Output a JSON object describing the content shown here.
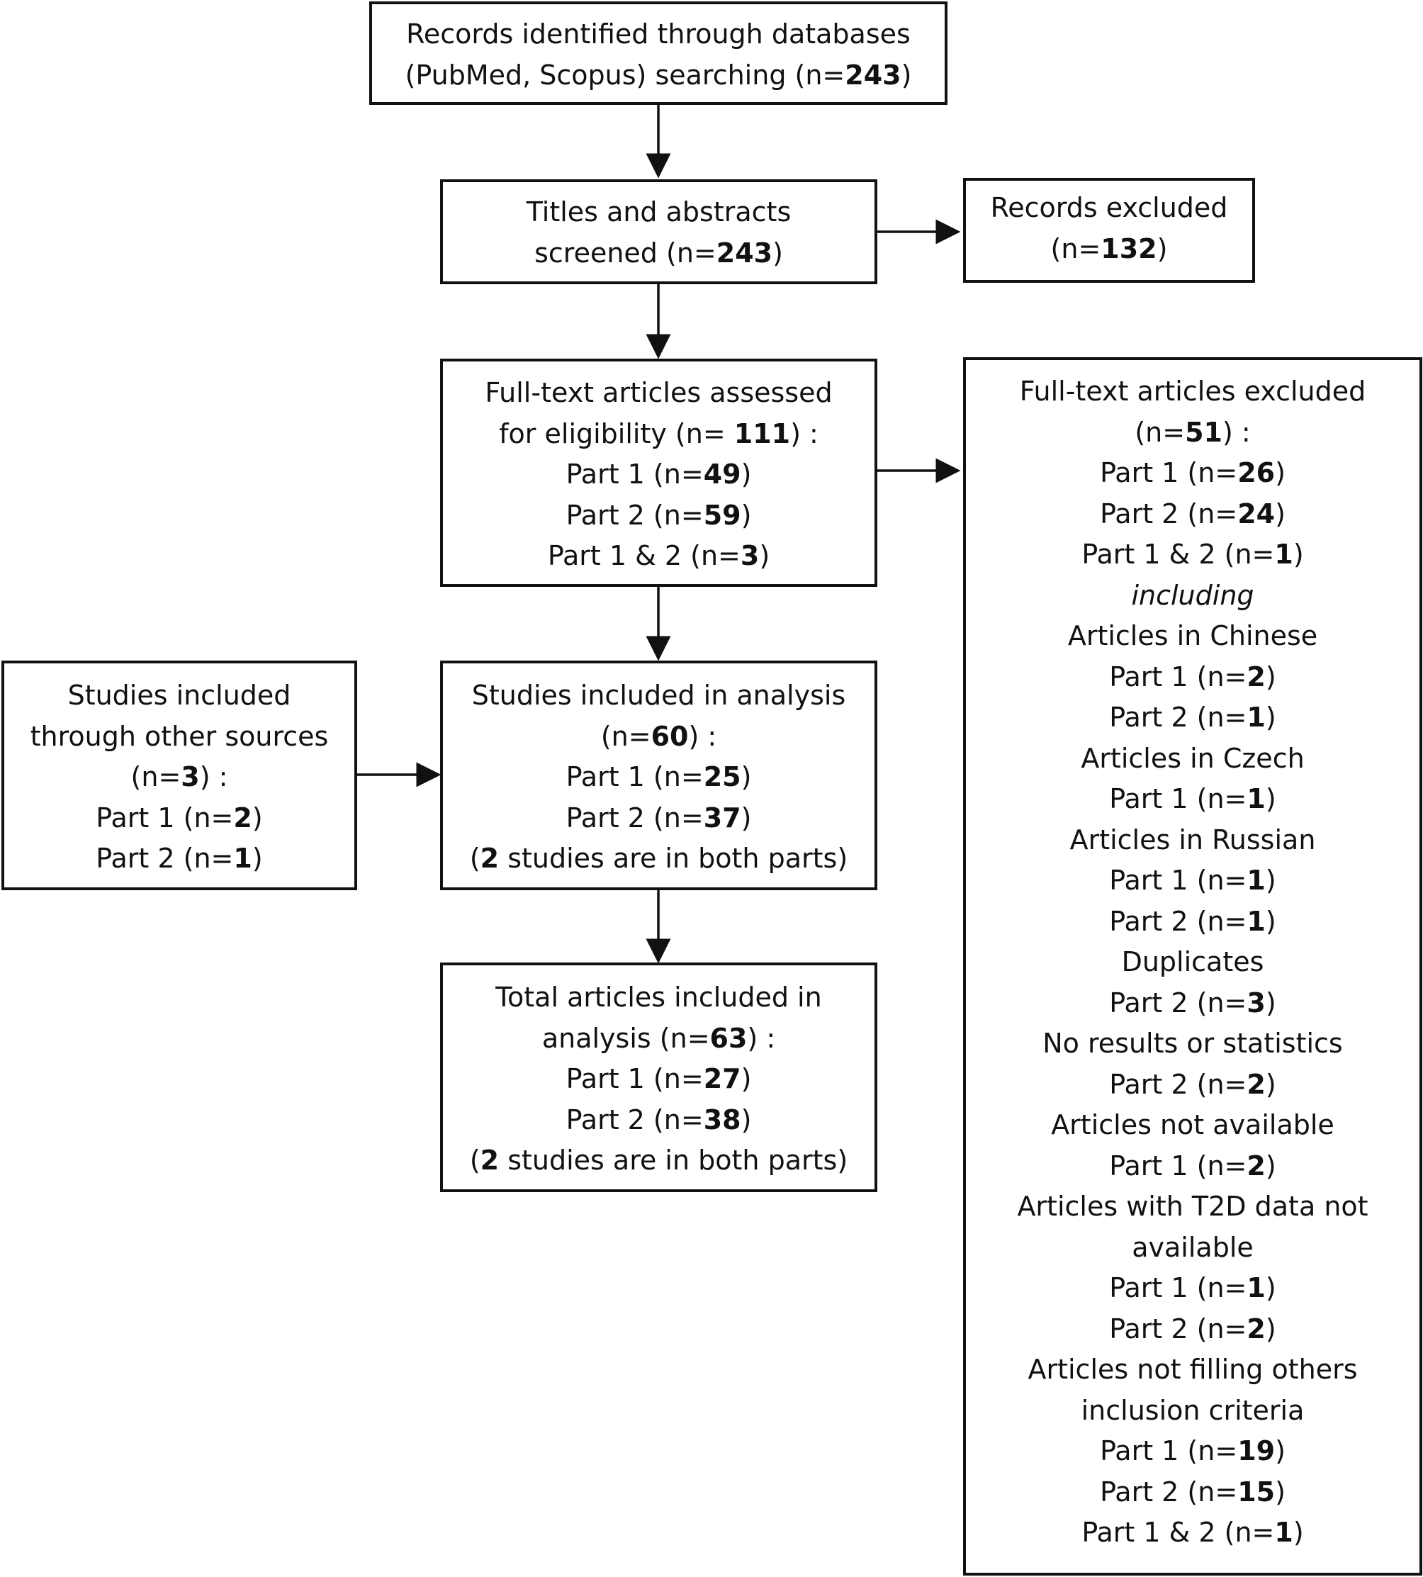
{
  "boxes": {
    "identified": {
      "lines": [
        [
          {
            "t": "Records identified through databases"
          }
        ],
        [
          {
            "t": "(PubMed, Scopus) searching (n="
          },
          {
            "t": "243",
            "b": true
          },
          {
            "t": ")"
          }
        ]
      ]
    },
    "screened": {
      "lines": [
        [
          {
            "t": "Titles and abstracts"
          }
        ],
        [
          {
            "t": "screened (n="
          },
          {
            "t": "243",
            "b": true
          },
          {
            "t": ")"
          }
        ]
      ]
    },
    "records_excluded": {
      "lines": [
        [
          {
            "t": "Records excluded"
          }
        ],
        [
          {
            "t": "(n="
          },
          {
            "t": "132",
            "b": true
          },
          {
            "t": ")"
          }
        ]
      ]
    },
    "fulltext_assessed": {
      "lines": [
        [
          {
            "t": "Full-text articles assessed"
          }
        ],
        [
          {
            "t": "for eligibility (n= "
          },
          {
            "t": "111",
            "b": true
          },
          {
            "t": ") :"
          }
        ],
        [
          {
            "t": "Part 1 (n="
          },
          {
            "t": "49",
            "b": true
          },
          {
            "t": ")"
          }
        ],
        [
          {
            "t": "Part 2 (n="
          },
          {
            "t": "59",
            "b": true
          },
          {
            "t": ")"
          }
        ],
        [
          {
            "t": "Part 1 & 2 (n="
          },
          {
            "t": "3",
            "b": true
          },
          {
            "t": ")"
          }
        ]
      ]
    },
    "fulltext_excluded": {
      "lines": [
        [
          {
            "t": "Full-text articles excluded"
          }
        ],
        [
          {
            "t": "(n="
          },
          {
            "t": "51",
            "b": true
          },
          {
            "t": ") :"
          }
        ],
        [
          {
            "t": "Part 1 (n="
          },
          {
            "t": "26",
            "b": true
          },
          {
            "t": ")"
          }
        ],
        [
          {
            "t": "Part 2 (n="
          },
          {
            "t": "24",
            "b": true
          },
          {
            "t": ")"
          }
        ],
        [
          {
            "t": "Part 1 & 2 (n="
          },
          {
            "t": "1",
            "b": true
          },
          {
            "t": ")"
          }
        ],
        [
          {
            "t": "including",
            "i": true
          }
        ],
        [
          {
            "t": "Articles in Chinese"
          }
        ],
        [
          {
            "t": "Part 1 (n="
          },
          {
            "t": "2",
            "b": true
          },
          {
            "t": ")"
          }
        ],
        [
          {
            "t": "Part 2 (n="
          },
          {
            "t": "1",
            "b": true
          },
          {
            "t": ")"
          }
        ],
        [
          {
            "t": "Articles in Czech"
          }
        ],
        [
          {
            "t": "Part 1 (n="
          },
          {
            "t": "1",
            "b": true
          },
          {
            "t": ")"
          }
        ],
        [
          {
            "t": "Articles in Russian"
          }
        ],
        [
          {
            "t": "Part 1 (n="
          },
          {
            "t": "1",
            "b": true
          },
          {
            "t": ")"
          }
        ],
        [
          {
            "t": "Part 2 (n="
          },
          {
            "t": "1",
            "b": true
          },
          {
            "t": ")"
          }
        ],
        [
          {
            "t": "Duplicates"
          }
        ],
        [
          {
            "t": "Part 2 (n="
          },
          {
            "t": "3",
            "b": true
          },
          {
            "t": ")"
          }
        ],
        [
          {
            "t": "No results or statistics"
          }
        ],
        [
          {
            "t": "Part 2 (n="
          },
          {
            "t": "2",
            "b": true
          },
          {
            "t": ")"
          }
        ],
        [
          {
            "t": "Articles not available"
          }
        ],
        [
          {
            "t": "Part 1 (n="
          },
          {
            "t": "2",
            "b": true
          },
          {
            "t": ")"
          }
        ],
        [
          {
            "t": "Articles with T2D data not"
          }
        ],
        [
          {
            "t": "available"
          }
        ],
        [
          {
            "t": "Part 1 (n="
          },
          {
            "t": "1",
            "b": true
          },
          {
            "t": ")"
          }
        ],
        [
          {
            "t": "Part 2 (n="
          },
          {
            "t": "2",
            "b": true
          },
          {
            "t": ")"
          }
        ],
        [
          {
            "t": "Articles not filling others"
          }
        ],
        [
          {
            "t": "inclusion criteria"
          }
        ],
        [
          {
            "t": "Part 1 (n="
          },
          {
            "t": "19",
            "b": true
          },
          {
            "t": ")"
          }
        ],
        [
          {
            "t": "Part 2 (n="
          },
          {
            "t": "15",
            "b": true
          },
          {
            "t": ")"
          }
        ],
        [
          {
            "t": "Part 1 & 2 (n="
          },
          {
            "t": "1",
            "b": true
          },
          {
            "t": ")"
          }
        ]
      ]
    },
    "other_sources": {
      "lines": [
        [
          {
            "t": "Studies included"
          }
        ],
        [
          {
            "t": "through other sources"
          }
        ],
        [
          {
            "t": "(n="
          },
          {
            "t": "3",
            "b": true
          },
          {
            "t": ") :"
          }
        ],
        [
          {
            "t": "Part 1 (n="
          },
          {
            "t": "2",
            "b": true
          },
          {
            "t": ")"
          }
        ],
        [
          {
            "t": "Part 2 (n="
          },
          {
            "t": "1",
            "b": true
          },
          {
            "t": ")"
          }
        ]
      ]
    },
    "included_analysis": {
      "lines": [
        [
          {
            "t": "Studies included in analysis"
          }
        ],
        [
          {
            "t": "(n="
          },
          {
            "t": "60",
            "b": true
          },
          {
            "t": ") :"
          }
        ],
        [
          {
            "t": "Part 1 (n="
          },
          {
            "t": "25",
            "b": true
          },
          {
            "t": ")"
          }
        ],
        [
          {
            "t": "Part 2 (n="
          },
          {
            "t": "37",
            "b": true
          },
          {
            "t": ")"
          }
        ],
        [
          {
            "t": "("
          },
          {
            "t": "2",
            "b": true
          },
          {
            "t": " studies are in both parts)"
          }
        ]
      ]
    },
    "total_included": {
      "lines": [
        [
          {
            "t": "Total articles included in"
          }
        ],
        [
          {
            "t": "analysis (n="
          },
          {
            "t": "63",
            "b": true
          },
          {
            "t": ") :"
          }
        ],
        [
          {
            "t": "Part 1 (n="
          },
          {
            "t": "27",
            "b": true
          },
          {
            "t": ")"
          }
        ],
        [
          {
            "t": "Part 2 (n="
          },
          {
            "t": "38",
            "b": true
          },
          {
            "t": ")"
          }
        ],
        [
          {
            "t": "("
          },
          {
            "t": "2",
            "b": true
          },
          {
            "t": " studies are in both parts)"
          }
        ]
      ]
    }
  }
}
